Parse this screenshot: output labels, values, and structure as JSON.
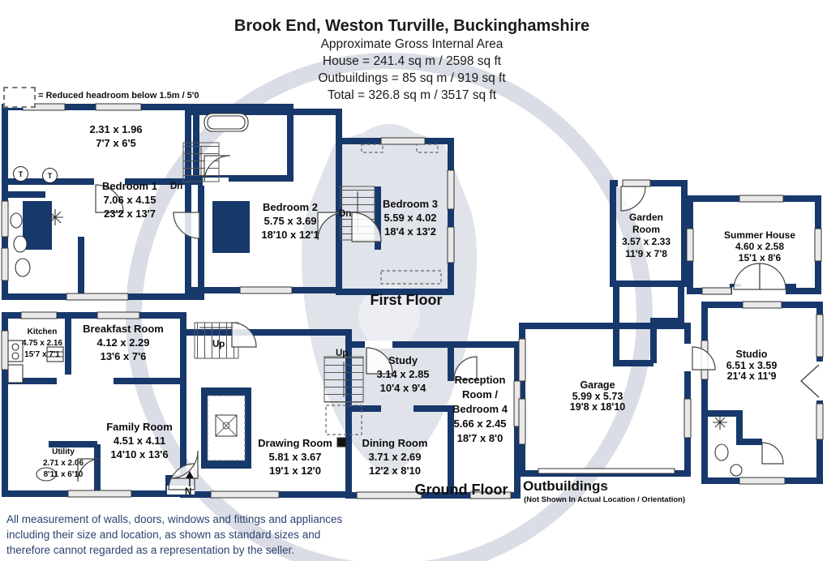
{
  "header": {
    "title": "Brook End, Weston Turville, Buckinghamshire",
    "subtitle": "Approximate Gross Internal Area",
    "house": "House = 241.4 sq m / 2598 sq ft",
    "outbuildings": "Outbuildings = 85 sq m / 919 sq ft",
    "total": "Total = 326.8 sq m / 3517 sq ft"
  },
  "legend": {
    "reduced_headroom": "= Reduced headroom below 1.5m / 5'0"
  },
  "floor_labels": {
    "first": "First Floor",
    "ground": "Ground Floor",
    "outbuildings": "Outbuildings",
    "outbuildings_note": "(Not Shown In Actual Location / Orientation)"
  },
  "stairs": {
    "dn": "Dn",
    "up": "Up"
  },
  "compass": {
    "label": "N"
  },
  "fixtures": {
    "tank_label": "T"
  },
  "rooms": {
    "eaves": {
      "metric": "2.31 x 1.96",
      "imperial": "7'7 x 6'5"
    },
    "bedroom1": {
      "name": "Bedroom 1",
      "metric": "7.06 x 4.15",
      "imperial": "23'2 x 13'7"
    },
    "bedroom2": {
      "name": "Bedroom 2",
      "metric": "5.75 x 3.69",
      "imperial": "18'10 x 12'1"
    },
    "bedroom3": {
      "name": "Bedroom 3",
      "metric": "5.59 x 4.02",
      "imperial": "18'4 x 13'2"
    },
    "kitchen": {
      "name": "Kitchen",
      "metric": "4.75 x 2.16",
      "imperial": "15'7 x 7'1"
    },
    "breakfast": {
      "name": "Breakfast Room",
      "metric": "4.12 x 2.29",
      "imperial": "13'6 x 7'6"
    },
    "family": {
      "name": "Family Room",
      "metric": "4.51 x 4.11",
      "imperial": "14'10 x 13'6"
    },
    "utility": {
      "name": "Utility",
      "metric": "2.71 x 2.06",
      "imperial": "8'11 x 6'10"
    },
    "drawing": {
      "name": "Drawing Room",
      "metric": "5.81 x 3.67",
      "imperial": "19'1 x 12'0"
    },
    "study": {
      "name": "Study",
      "metric": "3.14 x 2.85",
      "imperial": "10'4 x 9'4"
    },
    "dining": {
      "name": "Dining Room",
      "metric": "3.71 x 2.69",
      "imperial": "12'2 x 8'10"
    },
    "reception": {
      "name1": "Reception",
      "name2": "Room /",
      "name3": "Bedroom 4",
      "metric": "5.66 x 2.45",
      "imperial": "18'7 x 8'0"
    },
    "garden": {
      "name1": "Garden",
      "name2": "Room",
      "metric": "3.57 x 2.33",
      "imperial": "11'9 x 7'8"
    },
    "summer": {
      "name": "Summer House",
      "metric": "4.60 x 2.58",
      "imperial": "15'1 x 8'6"
    },
    "garage": {
      "name": "Garage",
      "metric": "5.99 x 5.73",
      "imperial": "19'8 x 18'10"
    },
    "studio": {
      "name": "Studio",
      "metric": "6.51 x 3.59",
      "imperial": "21'4 x 11'9"
    }
  },
  "footer": {
    "line1": "All measurement of walls, doors, windows and fittings and appliances",
    "line2": "including their size and location, as shown as standard sizes and",
    "line3": "therefore cannot regarded as a representation by the seller."
  },
  "colors": {
    "wall": "#17386b",
    "watermark": "#dadde5",
    "footer_text": "#2c4270"
  }
}
